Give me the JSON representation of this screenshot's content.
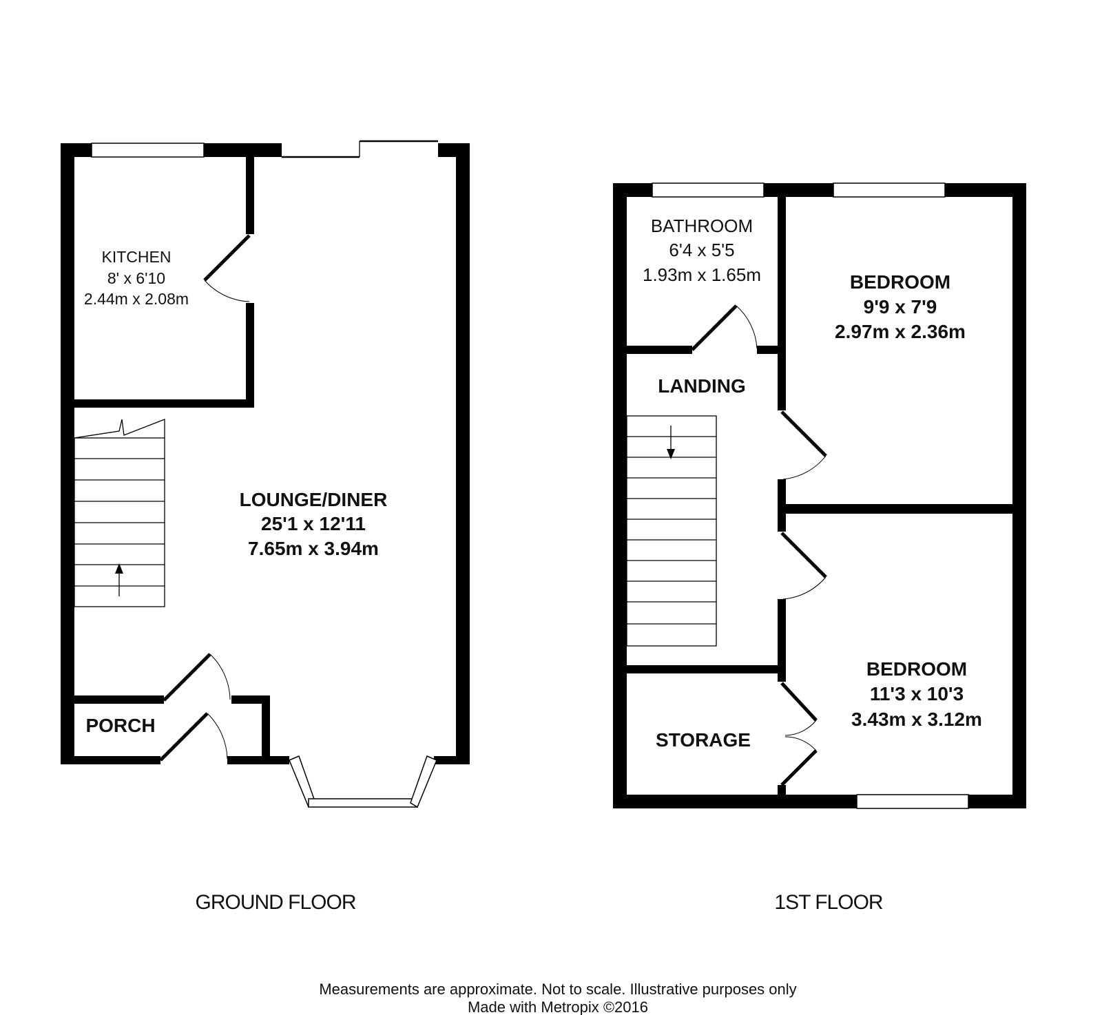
{
  "ground_floor": {
    "label": "GROUND FLOOR",
    "rooms": {
      "kitchen": {
        "name": "KITCHEN",
        "imperial": "8' x 6'10",
        "metric": "2.44m x 2.08m"
      },
      "lounge": {
        "name": "LOUNGE/DINER",
        "imperial": "25'1 x 12'11",
        "metric": "7.65m x 3.94m"
      },
      "porch": {
        "name": "PORCH"
      }
    }
  },
  "first_floor": {
    "label": "1ST FLOOR",
    "rooms": {
      "bathroom": {
        "name": "BATHROOM",
        "imperial": "6'4 x 5'5",
        "metric": "1.93m x 1.65m"
      },
      "bedroom1": {
        "name": "BEDROOM",
        "imperial": "9'9 x 7'9",
        "metric": "2.97m x 2.36m"
      },
      "landing": {
        "name": "LANDING"
      },
      "storage": {
        "name": "STORAGE"
      },
      "bedroom2": {
        "name": "BEDROOM",
        "imperial": "11'3 x 10'3",
        "metric": "3.43m x 3.12m"
      }
    }
  },
  "footer": {
    "disclaimer": "Measurements are approximate.  Not to scale.  Illustrative purposes only",
    "credit": "Made with Metropix ©2016"
  }
}
